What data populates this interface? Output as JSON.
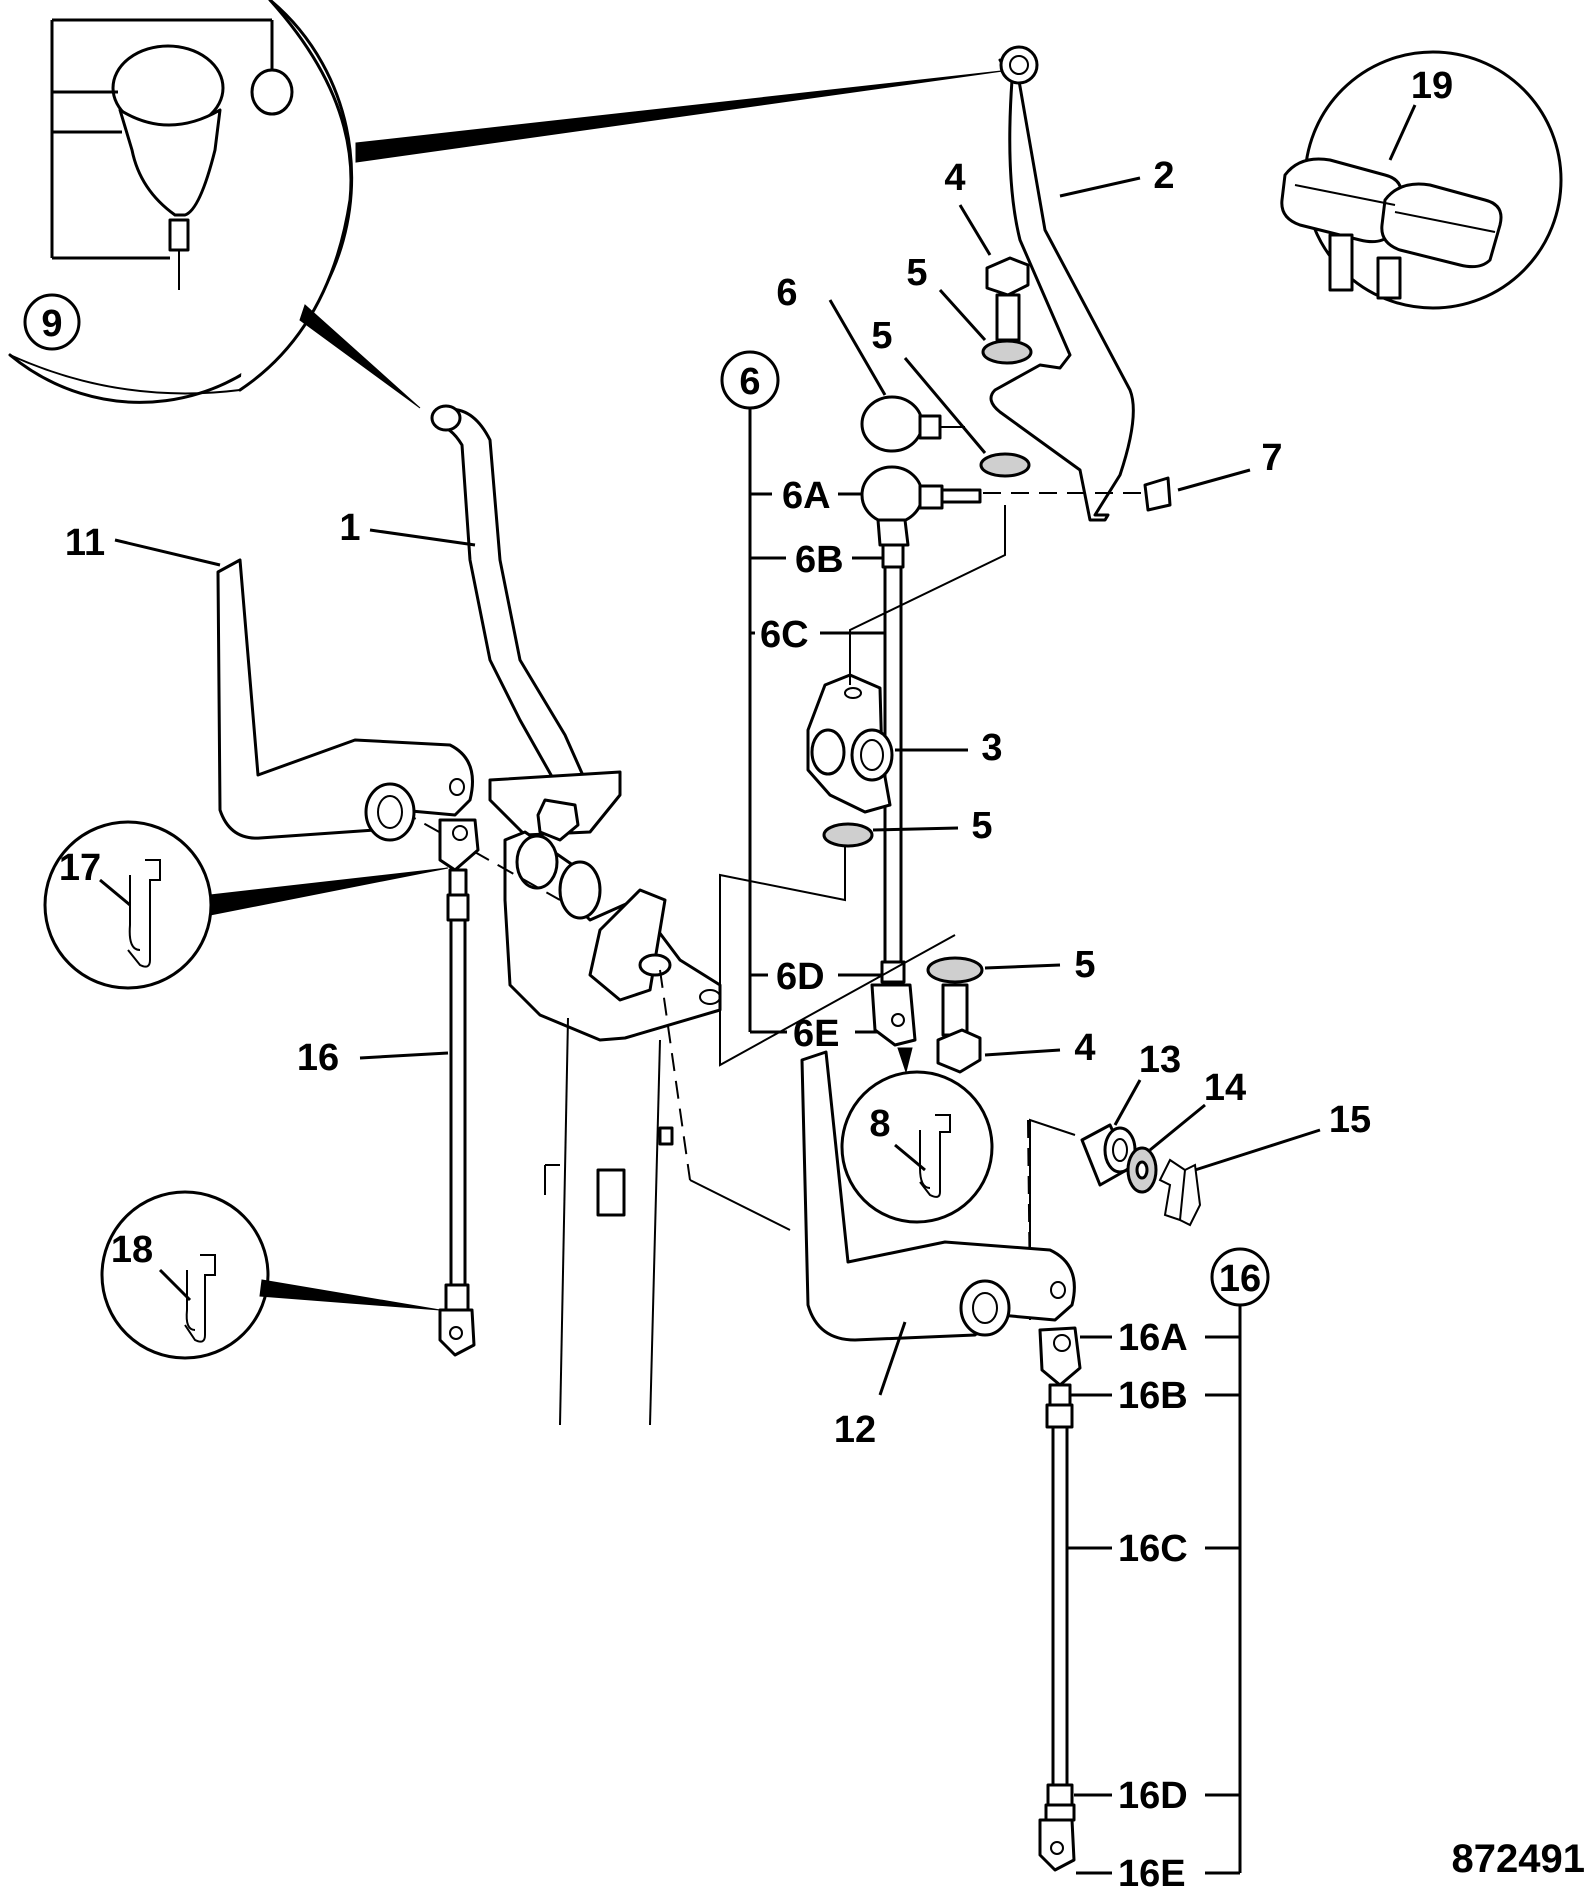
{
  "drawing_number": "872491",
  "callouts": {
    "c1": "1",
    "c2": "2",
    "c3": "3",
    "c4a": "4",
    "c4b": "4",
    "c5a": "5",
    "c5b": "5",
    "c5c": "5",
    "c5d": "5",
    "c6": "6",
    "c7": "7",
    "c11": "11",
    "c12": "12",
    "c13": "13",
    "c14": "14",
    "c15": "15",
    "c16": "16"
  },
  "group6": {
    "badge": "6",
    "items": [
      "6A",
      "6B",
      "6C",
      "6D",
      "6E"
    ]
  },
  "group16": {
    "badge": "16",
    "items": [
      "16A",
      "16B",
      "16C",
      "16D",
      "16E"
    ]
  },
  "insets": {
    "i8": "8",
    "i9": "9",
    "i17": "17",
    "i18": "18",
    "i19": "19"
  }
}
